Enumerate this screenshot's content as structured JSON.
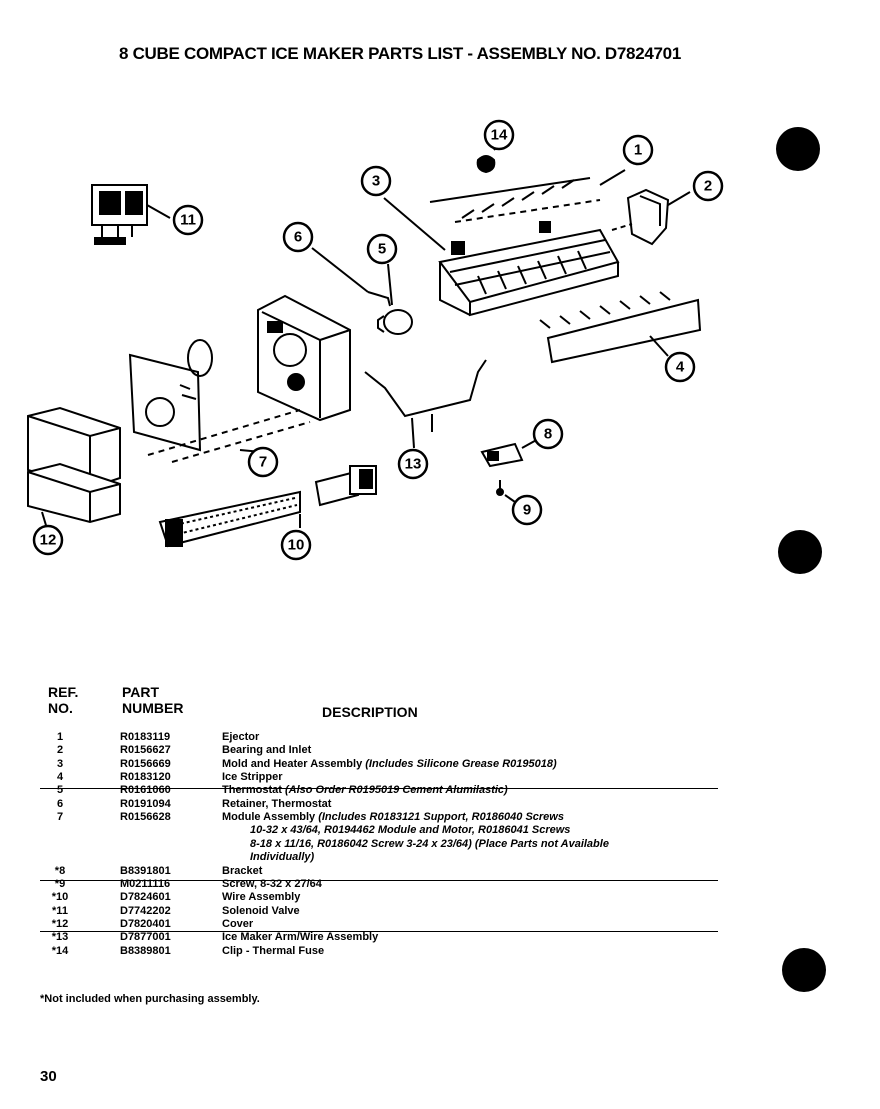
{
  "title": "8 CUBE COMPACT ICE MAKER PARTS LIST  -  ASSEMBLY NO. D7824701",
  "callouts": [
    "1",
    "2",
    "3",
    "4",
    "5",
    "6",
    "7",
    "8",
    "9",
    "10",
    "11",
    "12",
    "13",
    "14"
  ],
  "table": {
    "headers": {
      "ref_line1": "REF.",
      "ref_line2": "NO.",
      "part_line1": "PART",
      "part_line2": "NUMBER",
      "description": "DESCRIPTION"
    },
    "rows": [
      {
        "ref": "1",
        "part": "R0183119",
        "desc": "Ejector",
        "note": ""
      },
      {
        "ref": "2",
        "part": "R0156627",
        "desc": "Bearing and Inlet",
        "note": ""
      },
      {
        "ref": "3",
        "part": "R0156669",
        "desc": "Mold and Heater Assembly",
        "note": "(Includes Silicone Grease  R0195018)"
      },
      {
        "ref": "4",
        "part": "R0183120",
        "desc": "Ice Stripper",
        "note": ""
      },
      {
        "ref": "5",
        "part": "R0161060",
        "desc": "Thermostat",
        "note": "(Also Order R0195019 Cement Alumilastic)"
      },
      {
        "ref": "6",
        "part": "R0191094",
        "desc": "Retainer, Thermostat",
        "note": ""
      },
      {
        "ref": "7",
        "part": "R0156628",
        "desc": "Module Assembly",
        "note": "(Includes R0183121 Support, R0186040 Screws"
      },
      {
        "ref": "",
        "part": "",
        "desc": "",
        "note": "10-32 x 43/64, R0194462 Module and Motor, R0186041 Screws"
      },
      {
        "ref": "",
        "part": "",
        "desc": "",
        "note": "8-18 x 11/16, R0186042 Screw 3-24 x 23/64)  (Place Parts not Available"
      },
      {
        "ref": "",
        "part": "",
        "desc": "",
        "note": "Individually)"
      },
      {
        "ref": "*8",
        "part": "B8391801",
        "desc": "Bracket",
        "note": ""
      },
      {
        "ref": "*9",
        "part": "M0211116",
        "desc": "Screw, 8-32 x 27/64",
        "note": ""
      },
      {
        "ref": "*10",
        "part": "D7824601",
        "desc": "Wire Assembly",
        "note": ""
      },
      {
        "ref": "*11",
        "part": "D7742202",
        "desc": "Solenoid Valve",
        "note": ""
      },
      {
        "ref": "*12",
        "part": "D7820401",
        "desc": "Cover",
        "note": ""
      },
      {
        "ref": "*13",
        "part": "D7877001",
        "desc": "Ice Maker Arm/Wire Assembly",
        "note": ""
      },
      {
        "ref": "*14",
        "part": "B8389801",
        "desc": "Clip  -  Thermal Fuse",
        "note": ""
      }
    ]
  },
  "footnote": "*Not included when purchasing assembly.",
  "page_number": "30"
}
